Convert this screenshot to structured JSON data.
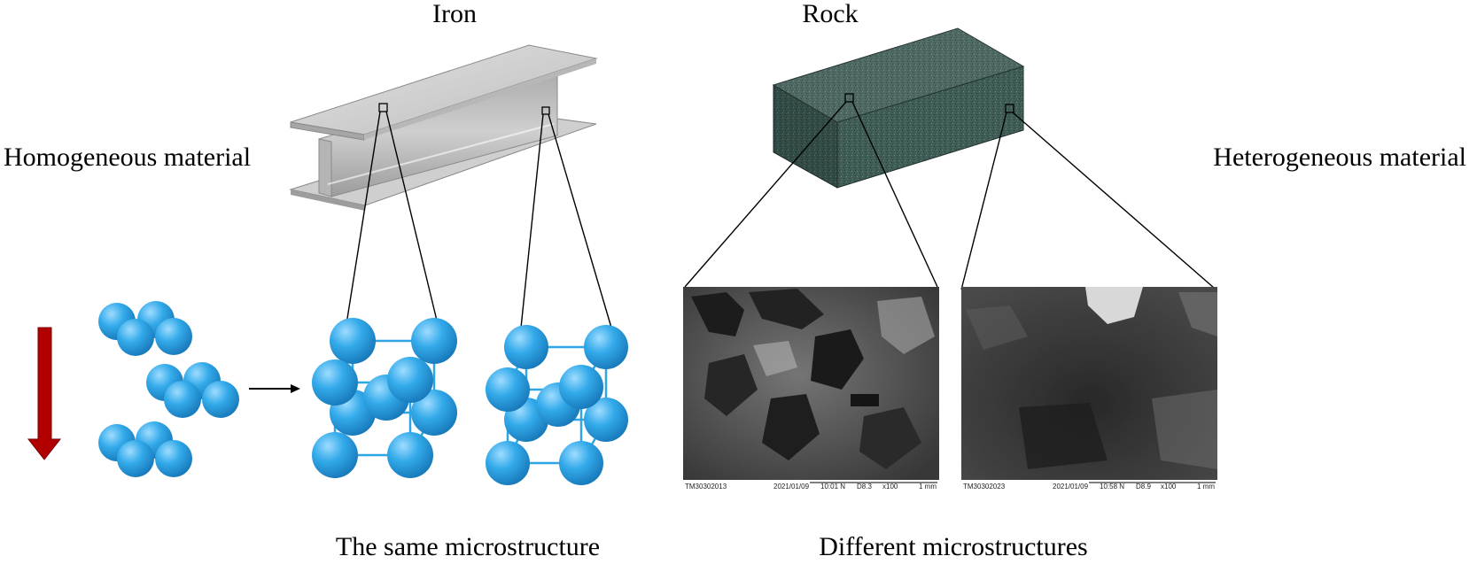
{
  "labels": {
    "iron": "Iron",
    "rock": "Rock",
    "homogeneous": "Homogeneous material",
    "heterogeneous": "Heterogeneous material",
    "same_micro": "The same microstructure",
    "different_micro": "Different microstructures"
  },
  "sem_images": [
    {
      "sample_id": "TM30302013",
      "date": "2021/01/09",
      "time": "10:01 N",
      "wd": "D8.3",
      "mag": "x100",
      "scale": "1 mm"
    },
    {
      "sample_id": "TM30302023",
      "date": "2021/01/09",
      "time": "10:58 N",
      "wd": "D8.9",
      "mag": "x100",
      "scale": "1 mm"
    }
  ],
  "colors": {
    "atom": "#2ea6e6",
    "arrow_down": "#b00000",
    "rock": "#3f5c57",
    "beam": "#c9c9c9"
  }
}
